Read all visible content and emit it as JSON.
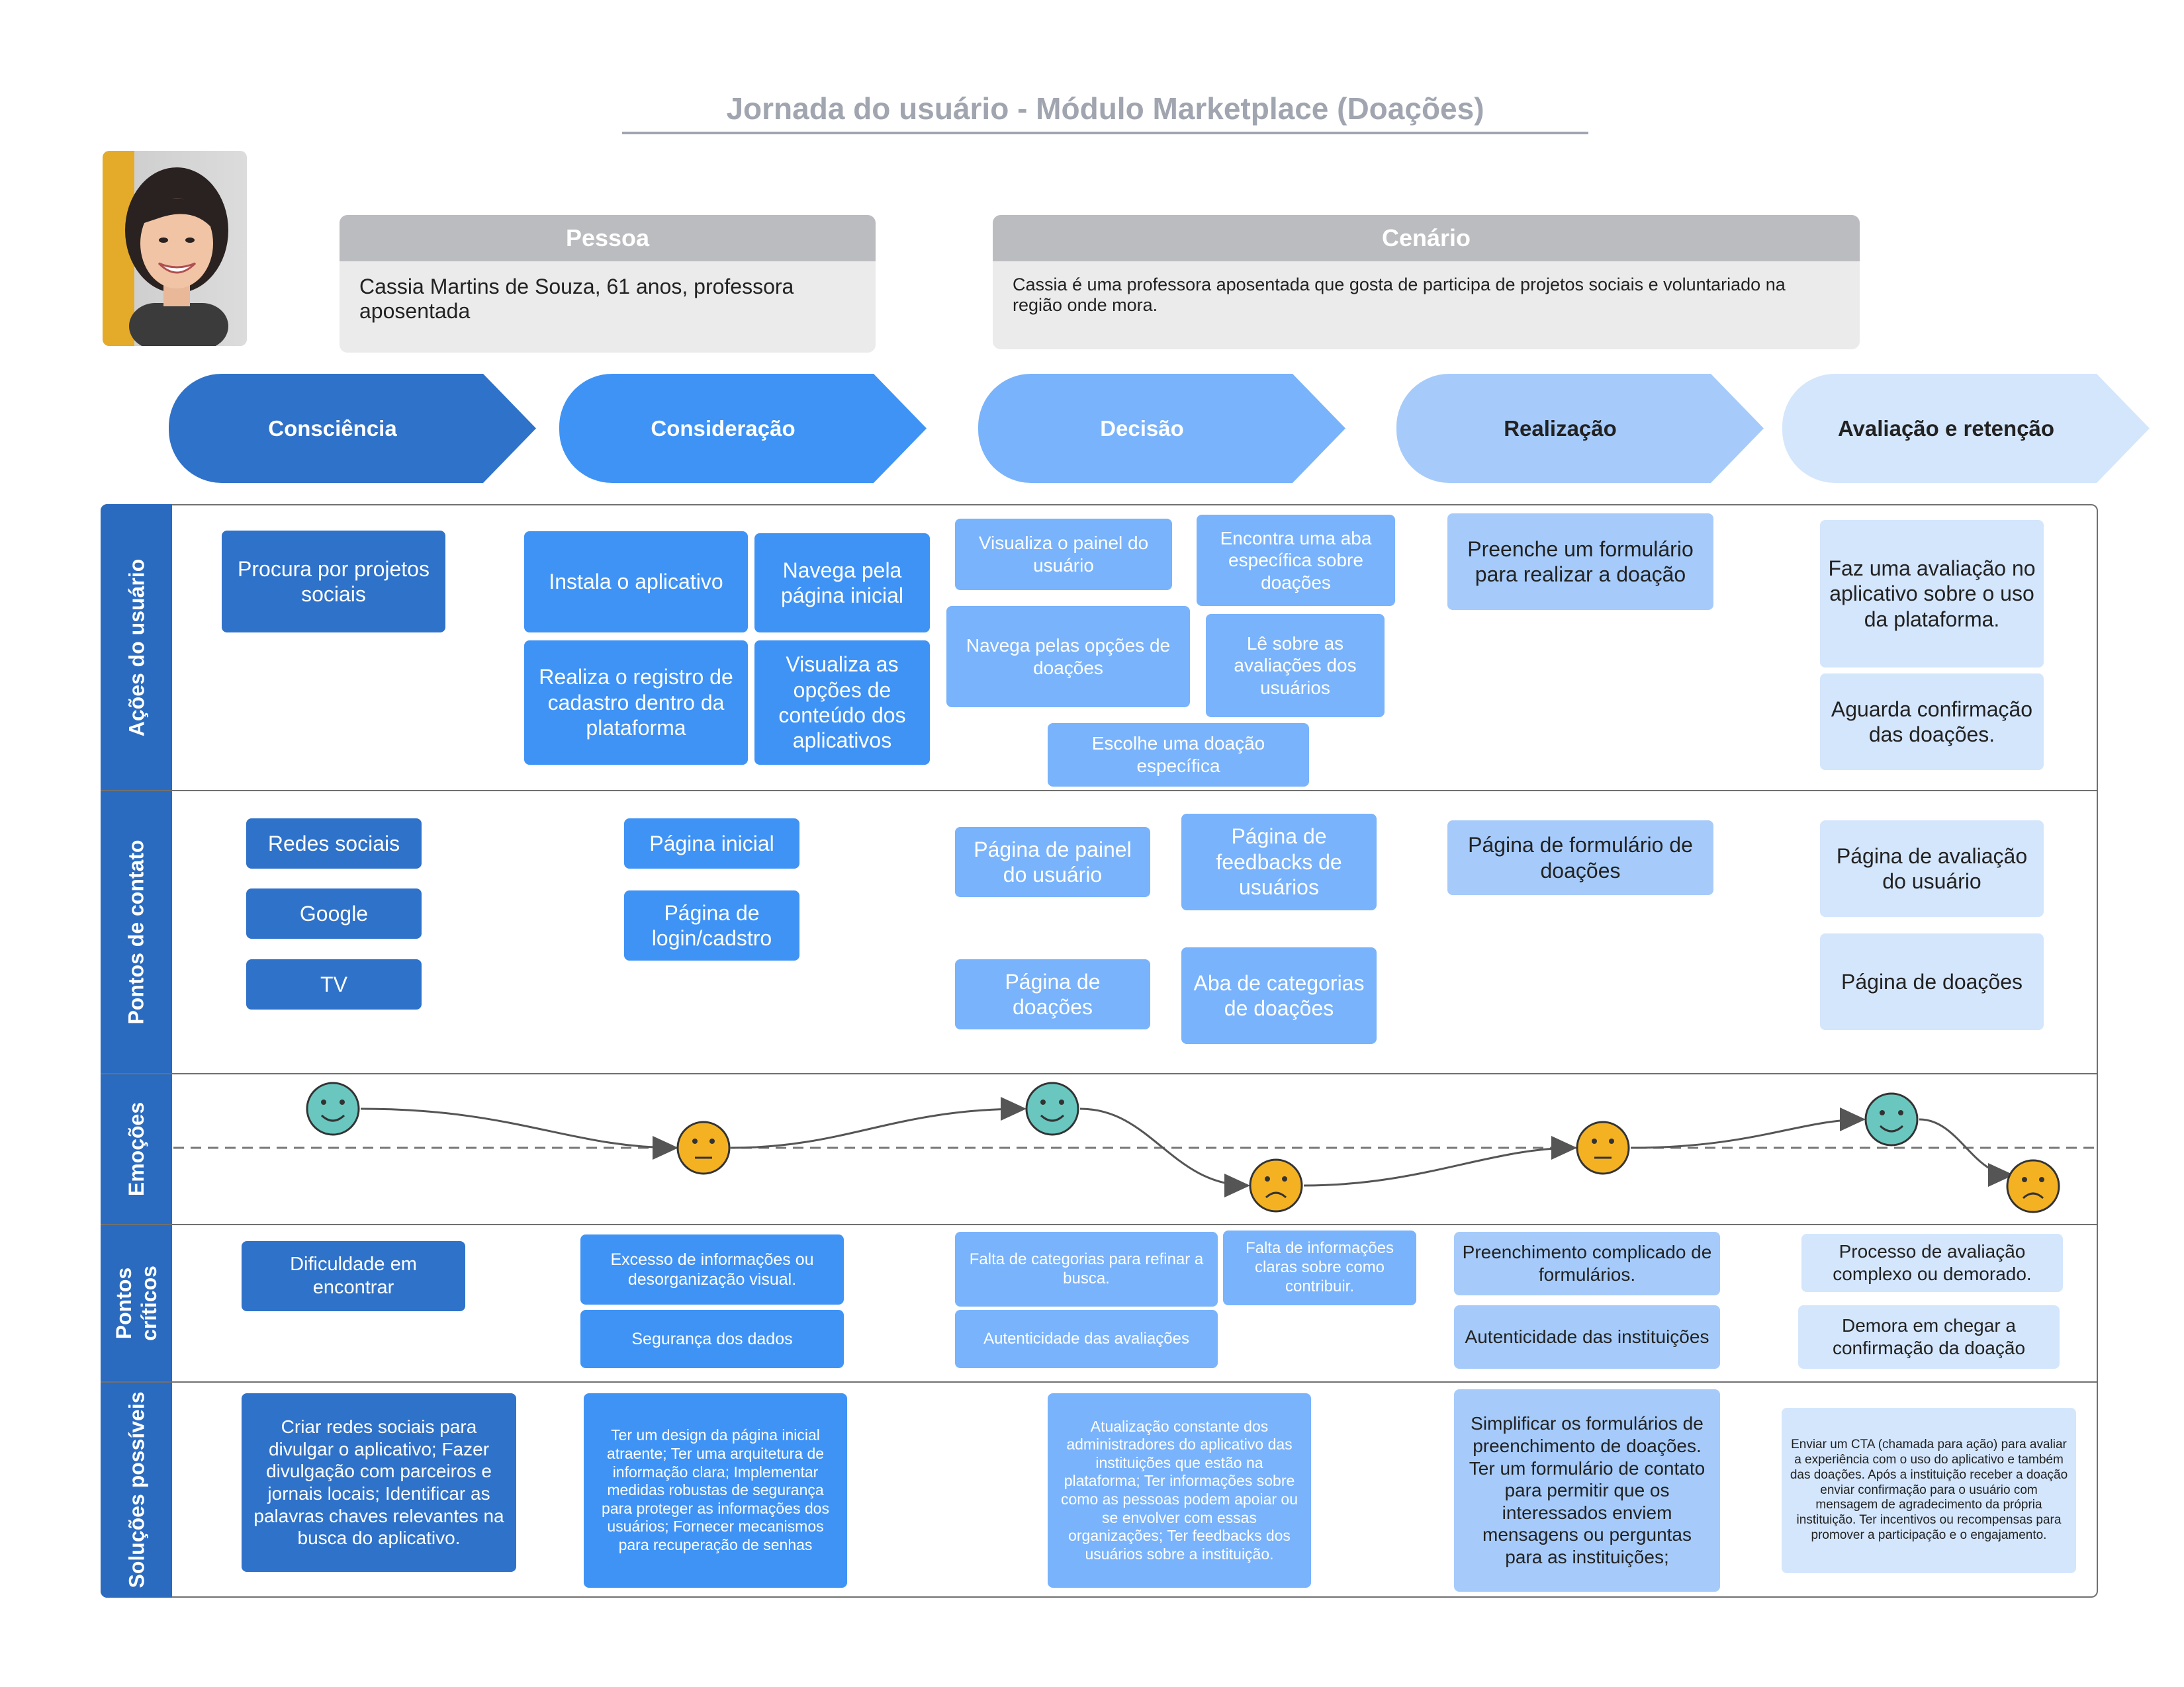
{
  "title": "Jornada do usuário - Módulo Marketplace (Doações)",
  "persona": {
    "header": "Pessoa",
    "text": "Cassia Martins de Souza,  61 anos, professora aposentada"
  },
  "scenario": {
    "header": "Cenário",
    "text": "Cassia é uma professora aposentada que gosta de participa de projetos sociais e voluntariado na região onde mora."
  },
  "stages": [
    "Consciência",
    "Consideração",
    "Decisão",
    "Realização",
    "Avaliação e retenção"
  ],
  "rows": [
    "Ações do usuário",
    "Pontos de contato",
    "Emoções",
    "Pontos críticos",
    "Soluções possíveis"
  ],
  "actions": {
    "s1": [
      "Procura por projetos sociais"
    ],
    "s2": [
      "Instala o aplicativo",
      "Navega pela página inicial",
      "Realiza o registro de cadastro dentro da plataforma",
      "Visualiza as opções de conteúdo dos aplicativos"
    ],
    "s3": [
      "Visualiza o painel do usuário",
      "Encontra uma aba específica sobre doações",
      "Navega pelas opções de doações",
      "Lê sobre as avaliações dos usuários",
      "Escolhe uma doação específica"
    ],
    "s4": [
      "Preenche um formulário para realizar a doação"
    ],
    "s5": [
      "Faz uma avaliação no aplicativo sobre o uso da plataforma.",
      "Aguarda confirmação das doações."
    ]
  },
  "touchpoints": {
    "s1": [
      "Redes sociais",
      "Google",
      "TV"
    ],
    "s2": [
      "Página inicial",
      "Página  de login/cadstro"
    ],
    "s3": [
      "Página de painel do usuário",
      "Página de feedbacks de usuários",
      "Página de doações",
      "Aba de categorias de doações"
    ],
    "s4": [
      "Página de formulário de doações"
    ],
    "s5": [
      "Página de avaliação do usuário",
      "Página de doações"
    ]
  },
  "emotions": [
    "happy",
    "neutral",
    "happy",
    "sad",
    "neutral",
    "happy",
    "sad"
  ],
  "pain_points": {
    "s1": [
      "Dificuldade em encontrar"
    ],
    "s2": [
      "Excesso de informações ou desorganização visual.",
      "Segurança dos dados"
    ],
    "s3": [
      "Falta de categorias para refinar a busca.",
      "Falta de informações claras sobre como contribuir.",
      "Autenticidade das avaliações"
    ],
    "s4": [
      "Preenchimento complicado de formulários.",
      "Autenticidade das instituições"
    ],
    "s5": [
      "Processo de avaliação complexo ou demorado.",
      "Demora em chegar a confirmação da doação"
    ]
  },
  "solutions": {
    "s1": "Criar redes sociais para divulgar o aplicativo; Fazer divulgação com parceiros e jornais locais; Identificar as palavras chaves relevantes na busca do aplicativo.",
    "s2": "Ter um design da página inicial atraente; Ter uma arquitetura de informação clara; Implementar medidas robustas de segurança para proteger as informações dos usuários; Fornecer mecanismos para recuperação de senhas",
    "s3": "Atualização constante dos administradores do aplicativo das instituições que estão na plataforma; Ter informações sobre como as pessoas podem apoiar ou se envolver com essas organizações; Ter feedbacks dos usuários sobre a instituição.",
    "s4": "Simplificar os formulários de preenchimento de doações. Ter um formulário de contato para permitir que os interessados enviem mensagens ou perguntas para as instituições;",
    "s5": "Enviar um CTA (chamada para ação) para avaliar a experiência com o uso do aplicativo e também das doações. Após a instituição receber a doação enviar confirmação para o usuário com mensagem de agradecimento da própria instituição. Ter incentivos ou recompensas para promover a participação e o engajamento."
  },
  "colors": {
    "stage1": "#2f72c9",
    "stage2": "#3f93f5",
    "stage3": "#79b3fb",
    "stage4": "#a6cbfa",
    "stage5": "#d4e6fc",
    "happy": "#6ac7c0",
    "neutral": "#f4b223"
  }
}
